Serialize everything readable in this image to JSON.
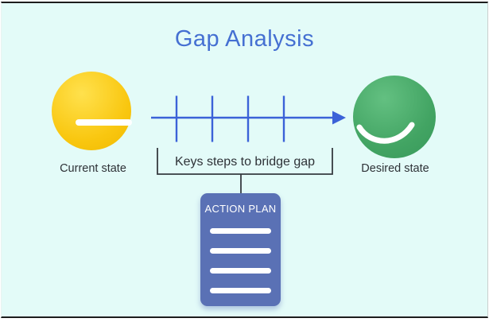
{
  "title": "Gap Analysis",
  "current_state": {
    "label": "Current state",
    "mood": "neutral-face"
  },
  "desired_state": {
    "label": "Desired state",
    "mood": "smiling-face"
  },
  "arrow": {
    "tick_count": 4,
    "direction": "right"
  },
  "bridge": {
    "label": "Keys steps to bridge gap"
  },
  "action_plan": {
    "title": "ACTION PLAN",
    "line_count": 4
  },
  "colors": {
    "background": "#e3fbf8",
    "frame_border": "#1d1d1d",
    "title": "#4570d2",
    "arrow": "#3b62d8",
    "bracket": "#363b40",
    "current_face": "#f9c710",
    "current_face_light": "#ffe14d",
    "current_face_dark": "#f0b900",
    "desired_face": "#42a463",
    "desired_face_light": "#63c081",
    "desired_face_dark": "#38995a",
    "action_plan_bg": "#5a71b5",
    "text_dark": "#2e3237"
  }
}
